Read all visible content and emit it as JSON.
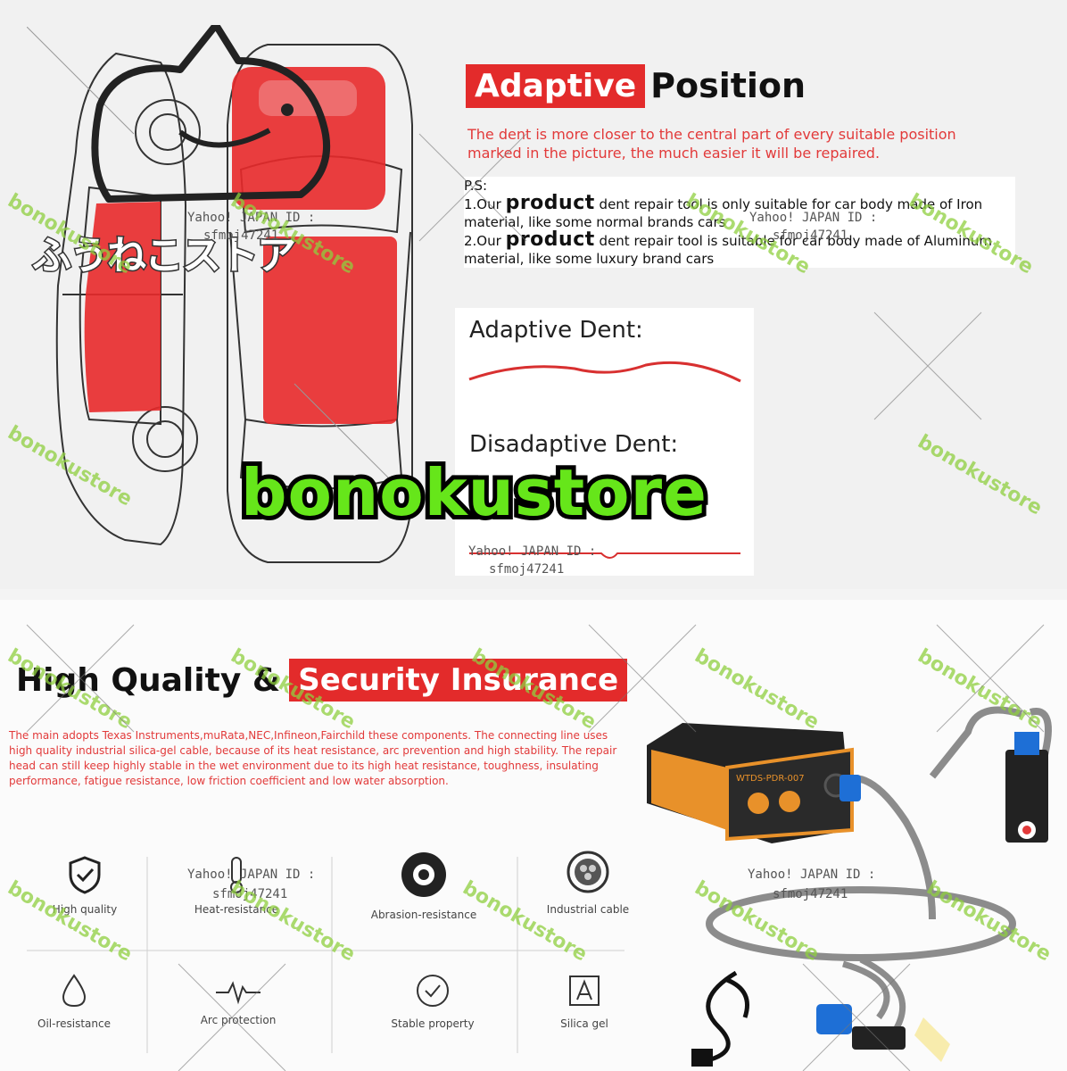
{
  "top": {
    "title_red": "Adaptive",
    "title_rest": "Position",
    "description": "The dent is more closer to the central part of every suitable position marked in the picture, the much easier it will be repaired.",
    "ps_label": "P.S:",
    "ps1_prefix": "1.Our",
    "ps1_product": "product",
    "ps1_text": "dent repair tool is only suitable for car body made of Iron material, like some normal brands cars",
    "ps2_prefix": "2.Our",
    "ps2_product": "product",
    "ps2_text": "dent repair tool is suitable for car body made of Aluminum material, like some luxury brand cars",
    "adaptive_dent": "Adaptive Dent:",
    "disadaptive_dent": "Disadaptive Dent:"
  },
  "brand": {
    "name": "bonokustore",
    "store_jp": "ふうねこストア"
  },
  "watermark": {
    "yahoo": "Yahoo! JAPAN ID :",
    "id": "sfmoj47241",
    "store": "bonokustore"
  },
  "bottom": {
    "title_rest": "High Quality &",
    "title_red": "Security Insurance",
    "para": "The main adopts Texas Instruments,muRata,NEC,Infineon,Fairchild these components. The connecting line uses high quality industrial silica-gel cable, because of its heat resistance, arc prevention and high stability. The repair head can still keep highly stable in the wet environment due to its high heat resistance, toughness, insulating performance, fatigue resistance, low friction coefficient and low water absorption.",
    "features": [
      {
        "label": "High quality",
        "icon": "shield-check-icon"
      },
      {
        "label": "Heat-resistance",
        "icon": "thermometer-icon"
      },
      {
        "label": "Abrasion-resistance",
        "icon": "tire-icon"
      },
      {
        "label": "Industrial cable",
        "icon": "cable-icon"
      },
      {
        "label": "Oil-resistance",
        "icon": "drop-icon"
      },
      {
        "label": "Arc protection",
        "icon": "pulse-icon"
      },
      {
        "label": "Stable property",
        "icon": "badge-check-icon"
      },
      {
        "label": "Silica gel",
        "icon": "silica-icon"
      }
    ],
    "device_label": "WTDS-PDR-007"
  },
  "colors": {
    "accent_red": "#e32b2b",
    "brand_green": "#66e61a",
    "device_orange": "#e8912a"
  }
}
